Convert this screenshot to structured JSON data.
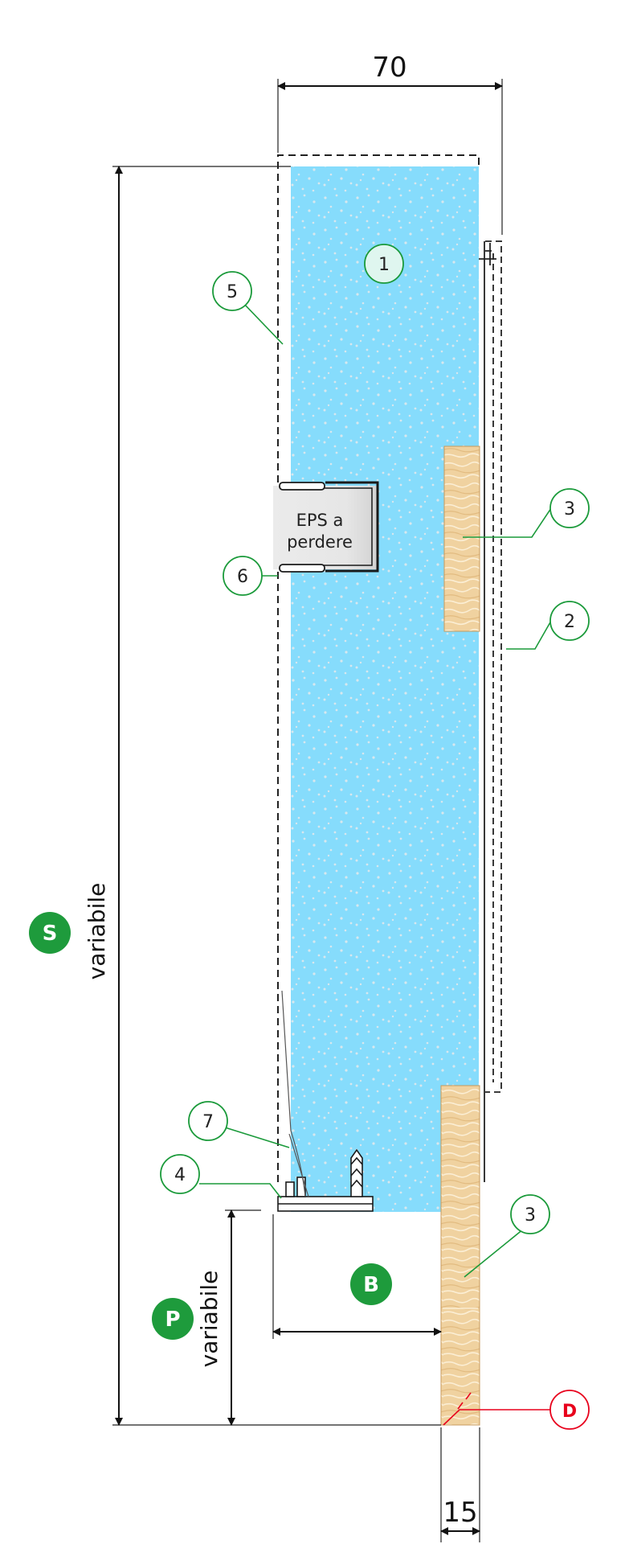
{
  "dimensions": {
    "top_width": "70",
    "bottom_width": "15",
    "height_s": "variabile",
    "height_p": "variabile"
  },
  "badges": {
    "s": "S",
    "p": "P",
    "b": "B"
  },
  "callouts": {
    "c1": "1",
    "c2": "2",
    "c3a": "3",
    "c3b": "3",
    "c4": "4",
    "c5": "5",
    "c6": "6",
    "c7": "7",
    "d": "D"
  },
  "eps_label": {
    "line1": "EPS a",
    "line2": "perdere"
  },
  "colors": {
    "core": "#86dcfc",
    "wood": "#f0d2a0",
    "callout_green": "#1a9a3a",
    "badge_green": "#1e9b3c",
    "callout_red": "#e8001c"
  }
}
